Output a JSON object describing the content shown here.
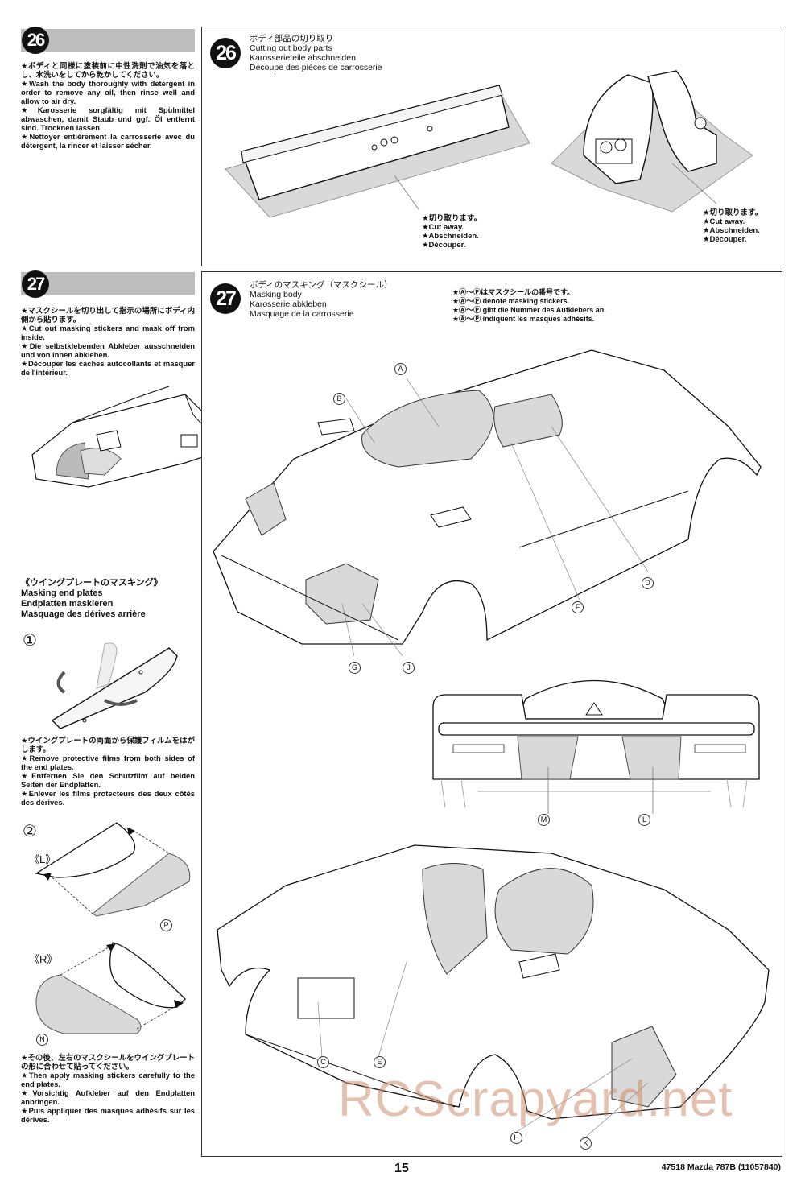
{
  "step26": {
    "number": "26",
    "side_text": [
      "★ボディと同様に塗装前に中性洗剤で油気を落とし、水洗いをしてから乾かしてください。",
      "★Wash the body thoroughly with detergent in order to remove any oil, then rinse well and allow to air dry.",
      "★Karosserie sorgfältig mit Spülmittel abwaschen, damit Staub und ggf. Öl entfernt sind. Trocknen lassen.",
      "★Nettoyer entièrement la carrosserie avec du détergent, la rincer et laisser sécher."
    ],
    "panel_title": {
      "ja": "ボディ部品の切り取り",
      "en": "Cutting out body parts",
      "de": "Karosserieteile abschneiden",
      "fr": "Découpe des pièces de carrosserie"
    },
    "cut_note_left": [
      "★切り取ります。",
      "★Cut away.",
      "★Abschneiden.",
      "★Découper."
    ],
    "cut_note_right": [
      "★切り取ります。",
      "★Cut away.",
      "★Abschneiden.",
      "★Découper."
    ]
  },
  "step27": {
    "number": "27",
    "side_text": [
      "★マスクシールを切り出して指示の場所にボディ内側から貼ります。",
      "★Cut out masking stickers and mask off from inside.",
      "★Die selbstklebenden Abkleber ausschneiden und von innen abkleben.",
      "★Découper les caches autocollants et masquer de l'intérieur."
    ],
    "panel_title": {
      "ja": "ボディのマスキング（マスクシール）",
      "en": "Masking body",
      "de": "Karosserie abkleben",
      "fr": "Masquage de la carrosserie"
    },
    "sticker_note": [
      "★Ⓐ～Ⓟはマスクシールの番号です。",
      "★Ⓐ～Ⓟ denote masking stickers.",
      "★Ⓐ～Ⓟ gibt die Nummer des Aufklebers an.",
      "★Ⓐ～Ⓟ indiquent les masques adhésifs."
    ],
    "end_plates": {
      "heading": {
        "ja": "《ウイングプレートのマスキング》",
        "en": "Masking end plates",
        "de": "Endplatten maskieren",
        "fr": "Masquage des dérives arrière"
      },
      "step1_number": "①",
      "step1_text": [
        "★ウイングプレートの両面から保護フィルムをはがします。",
        "★Remove protective films from both sides of the end plates.",
        "★Entfernen Sie den Schutzfilm auf beiden Seiten der Endplatten.",
        "★Enlever les films protecteurs des deux côtés des dérives."
      ],
      "step2_number": "②",
      "left_tag": "《L》",
      "right_tag": "《R》",
      "left_sticker": "P",
      "right_sticker": "N",
      "final_text": [
        "★その後、左右のマスクシールをウイングプレートの形に合わせて貼ってください。",
        "★Then apply masking stickers carefully to the end plates.",
        "★Vorsichtig Aufkleber auf den Endplatten anbringen.",
        "★Puis appliquer des masques adhésifs sur les dérives."
      ]
    },
    "top_view_labels": [
      "A",
      "B",
      "D",
      "F",
      "G",
      "J"
    ],
    "rear_view_labels": [
      "M",
      "L"
    ],
    "side_view_labels": [
      "C",
      "E",
      "H",
      "K"
    ]
  },
  "footer": {
    "page_number": "15",
    "model": "47518 Mazda 787B (11057840)"
  },
  "watermark": "RCScrapyard.net",
  "colors": {
    "mask_fill": "#d9d9d9",
    "step_bar": "#bdbdbd",
    "watermark": "#cd8c6e"
  }
}
